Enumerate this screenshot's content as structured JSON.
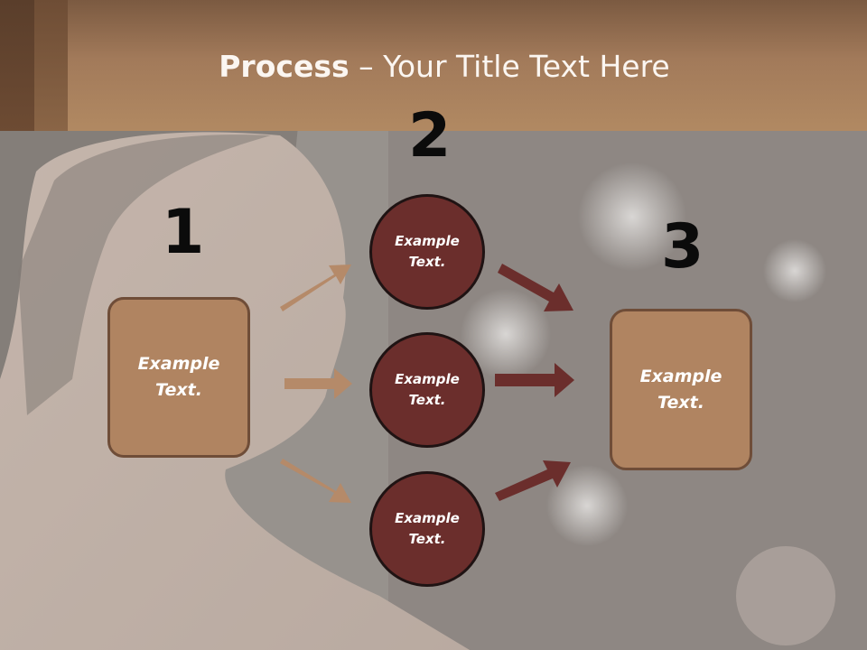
{
  "title": {
    "bold": "Process",
    "rest": " – Your Title Text Here"
  },
  "steps": {
    "one": "1",
    "two": "2",
    "three": "3"
  },
  "left_box": {
    "label": "Example\nText."
  },
  "right_box": {
    "label": "Example\nText."
  },
  "circles": [
    {
      "label": "Example\nText."
    },
    {
      "label": "Example\nText."
    },
    {
      "label": "Example\nText."
    }
  ],
  "colors": {
    "header": "#b18962",
    "box_fill": "#b08461",
    "circle_fill": "#6b2e2c",
    "arrow_light": "#b58a69",
    "arrow_dark": "#6b2e2c"
  }
}
